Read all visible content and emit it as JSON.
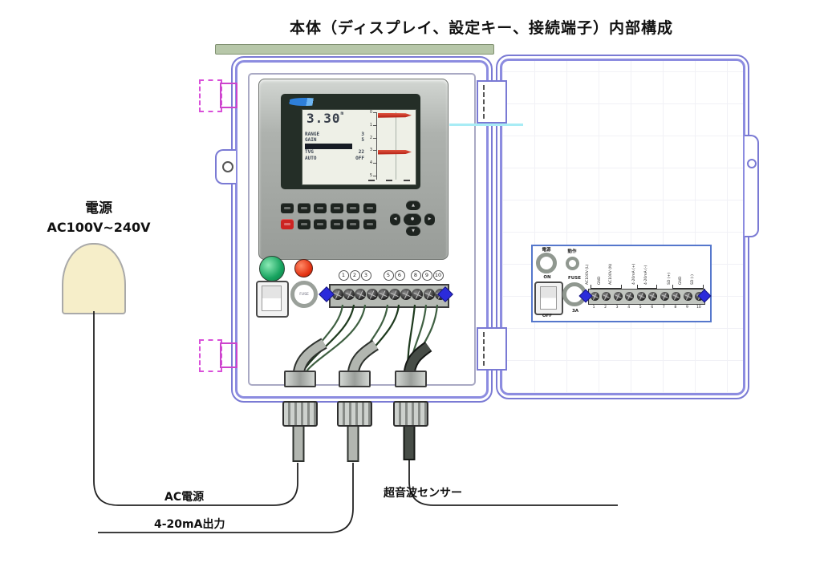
{
  "title": "本体（ディスプレイ、設定キー、接続端子）内部構成",
  "power_supply": {
    "name": "電源",
    "rating": "AC100V~240V"
  },
  "controller": {
    "display": {
      "reading": "3.30",
      "unit": "m",
      "menu": [
        {
          "label": "RANGE",
          "value": "3"
        },
        {
          "label": "GAIN",
          "value": "5"
        },
        {
          "label": "",
          "value": "",
          "inverted": true
        },
        {
          "label": "TVG",
          "value": "22"
        },
        {
          "label": "AUTO",
          "value": "OFF"
        }
      ],
      "graph": {
        "tick_labels": [
          "0",
          "1",
          "2",
          "3",
          "4",
          "5"
        ],
        "echo_bar_positions_pct": [
          2,
          54
        ]
      }
    },
    "fuse_label": "FUSE",
    "terminal_number_groups": [
      [
        "1",
        "2",
        "3"
      ],
      [
        "5",
        "6"
      ],
      [
        "8",
        "9",
        "10"
      ]
    ]
  },
  "door_legend": {
    "power_lamp_label": "電源",
    "run_lamp_label": "動作",
    "switch_on_label": "ON",
    "switch_off_label": "OFF",
    "fuse_label": "FUSE",
    "fuse_rating": "3A",
    "terminal_numbers": [
      "1",
      "2",
      "3",
      "4",
      "5",
      "6",
      "7",
      "8",
      "9",
      "10"
    ],
    "terminal_labels": [
      {
        "terminal": 1,
        "label": "AC100V (L)"
      },
      {
        "terminal": 2,
        "label": "GND"
      },
      {
        "terminal": 3,
        "label": "AC100V (N)"
      },
      {
        "terminal": 5,
        "label": "4-20mA (+)"
      },
      {
        "terminal": 6,
        "label": "4-20mA (-)"
      },
      {
        "terminal": 8,
        "label": "SD (+)"
      },
      {
        "terminal": 9,
        "label": "GND"
      },
      {
        "terminal": 10,
        "label": "SD (-)"
      }
    ],
    "label_groups": [
      [
        1,
        3
      ],
      [
        5,
        6
      ],
      [
        8,
        10
      ]
    ]
  },
  "wiring_labels": {
    "ac": "AC電源",
    "output": "4-20mA出力",
    "sensor": "超音波センサー"
  },
  "colors": {
    "enclosure_outline": "#7a7ad4",
    "hinge_pink": "#d94fd9",
    "power_lamp": "#17a35f",
    "alarm_lamp": "#e33111",
    "echo_red": "#c03024",
    "terminal_diamond": "#2b2bdb",
    "rail_green": "#b7c7a9",
    "supply_fill": "#f6eec9"
  }
}
